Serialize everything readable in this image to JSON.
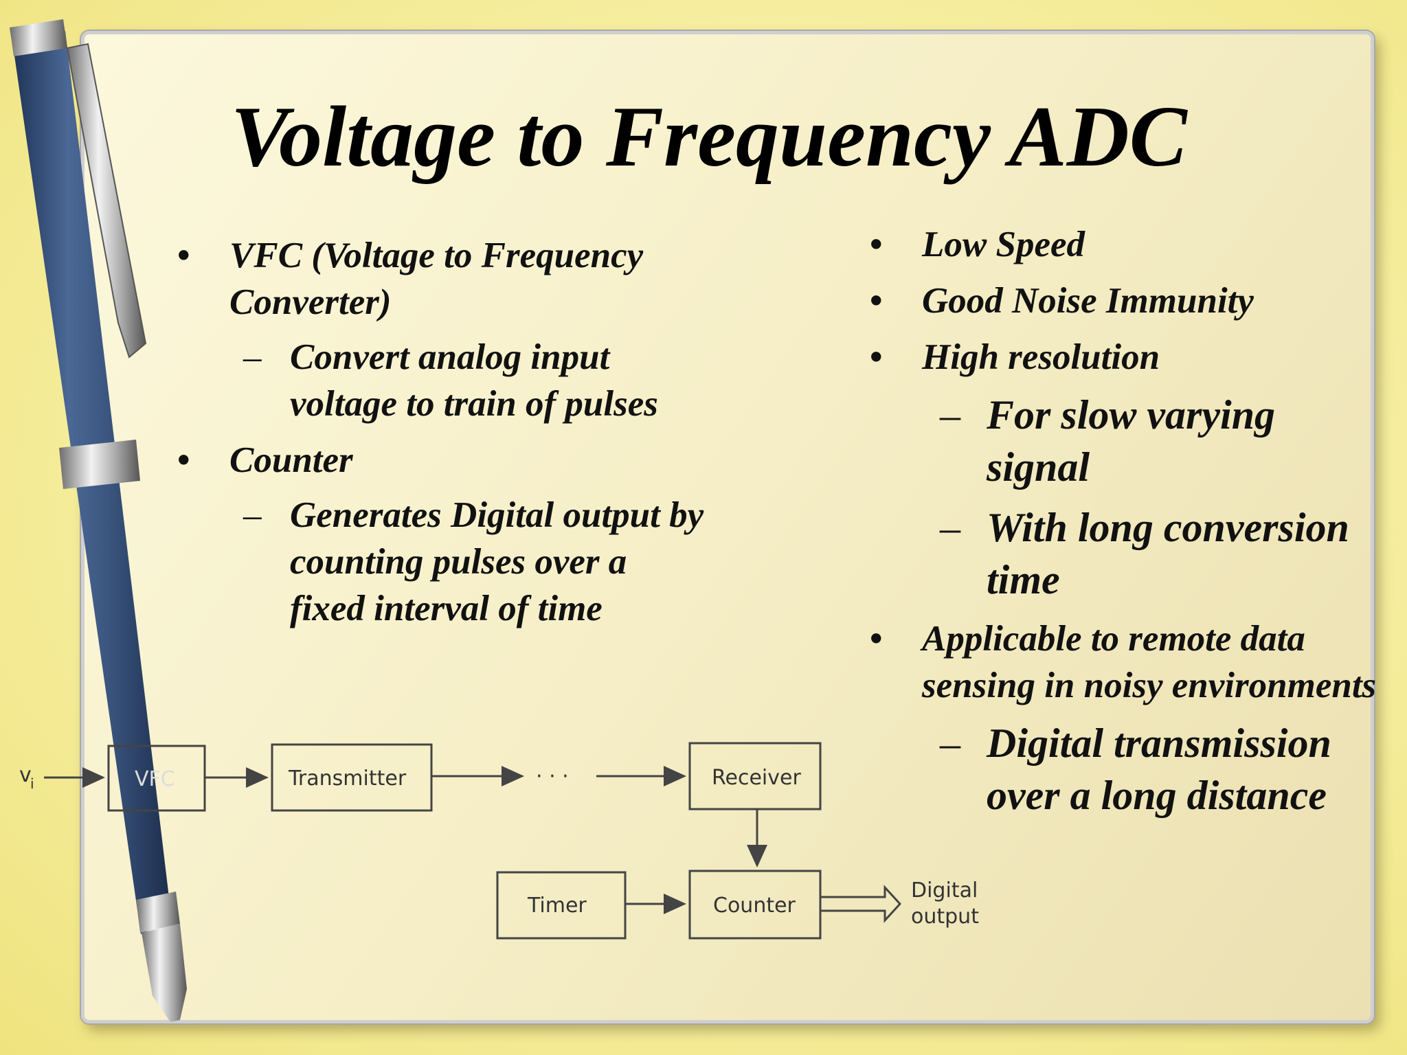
{
  "slide": {
    "title": "Voltage to Frequency ADC",
    "left_bullets": [
      {
        "text": "VFC (Voltage to Frequency Converter)",
        "subs": [
          "Convert analog input voltage to train of pulses"
        ]
      },
      {
        "text": "Counter",
        "subs": [
          "Generates Digital output by counting pulses over a fixed interval of time"
        ]
      }
    ],
    "right_bullets": [
      {
        "text": "Low Speed",
        "subs": []
      },
      {
        "text": "Good Noise Immunity",
        "subs": []
      },
      {
        "text": "High resolution",
        "subs": [
          "For slow varying signal",
          "With long conversion time"
        ]
      },
      {
        "text": "Applicable to remote data sensing in noisy environments",
        "subs": [
          "Digital transmission over a long distance"
        ]
      }
    ]
  },
  "diagram": {
    "input_label": "v",
    "input_subscript": "i",
    "vfc": "VFC",
    "transmitter": "Transmitter",
    "dots": "· · ·",
    "receiver": "Receiver",
    "timer": "Timer",
    "counter": "Counter",
    "output_line1": "Digital",
    "output_line2": "output"
  },
  "colors": {
    "background": "#f6eea0",
    "card": "#f6efc8",
    "pen_body": "#3b557f",
    "text": "#000000"
  }
}
